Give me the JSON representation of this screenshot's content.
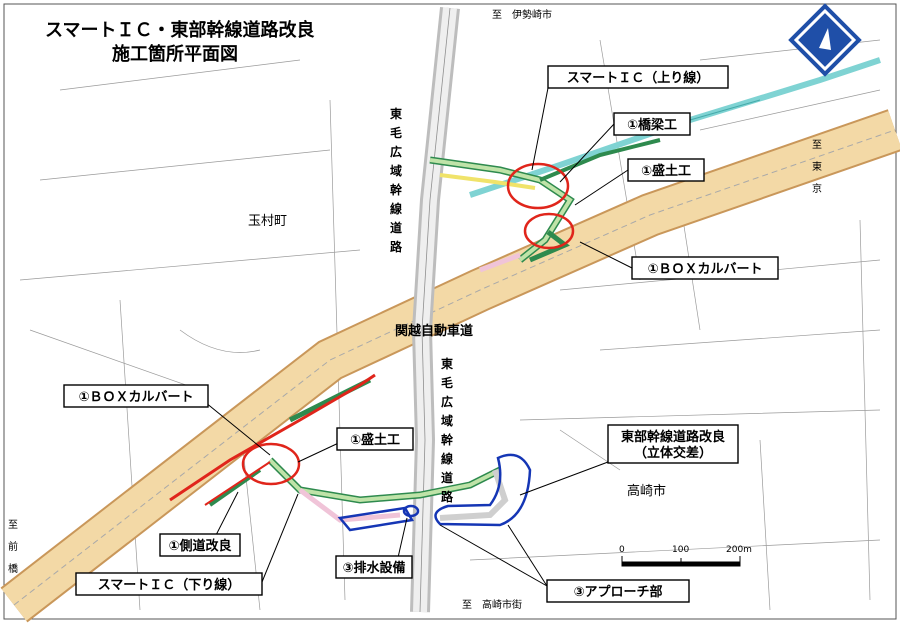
{
  "title": {
    "line1": "スマートＩＣ・東部幹線道路改良",
    "line2": "施工箇所平面図"
  },
  "places": {
    "tamamura": "玉村町",
    "takasaki": "高崎市",
    "isesaki": "至　伊勢崎市",
    "tokyo": "至東京",
    "maebashi": "至前橋",
    "takasaki_gai": "至　高崎市街",
    "kanetsu": "関越自動車道",
    "tomo_north": "東毛広域幹線道路",
    "tomo_south": "東毛広域幹線道路"
  },
  "callouts": {
    "smart_up": "スマートＩＣ（上り線）",
    "bridge": "①橋梁工",
    "embank_north": "①盛土工",
    "box_north": "①ＢＯＸカルバート",
    "box_south": "①ＢＯＸカルバート",
    "embank_south": "①盛土工",
    "side_road": "①側道改良",
    "smart_down": "スマートＩＣ（下り線）",
    "drainage": "③排水設備",
    "approach": "③アプローチ部",
    "tobu_line1": "東部幹線道路改良",
    "tobu_line2": "（立体交差）"
  },
  "scale": {
    "t0": "0",
    "t1": "100",
    "t2": "200m"
  },
  "colors": {
    "highway": "#f3d9a6",
    "highway_edge": "#c9975a",
    "red": "#e0251b",
    "blue": "#1536b5",
    "green": "#2e8a4e",
    "cyan": "#7fd3d3",
    "north_bg": "#1f4fa8"
  }
}
